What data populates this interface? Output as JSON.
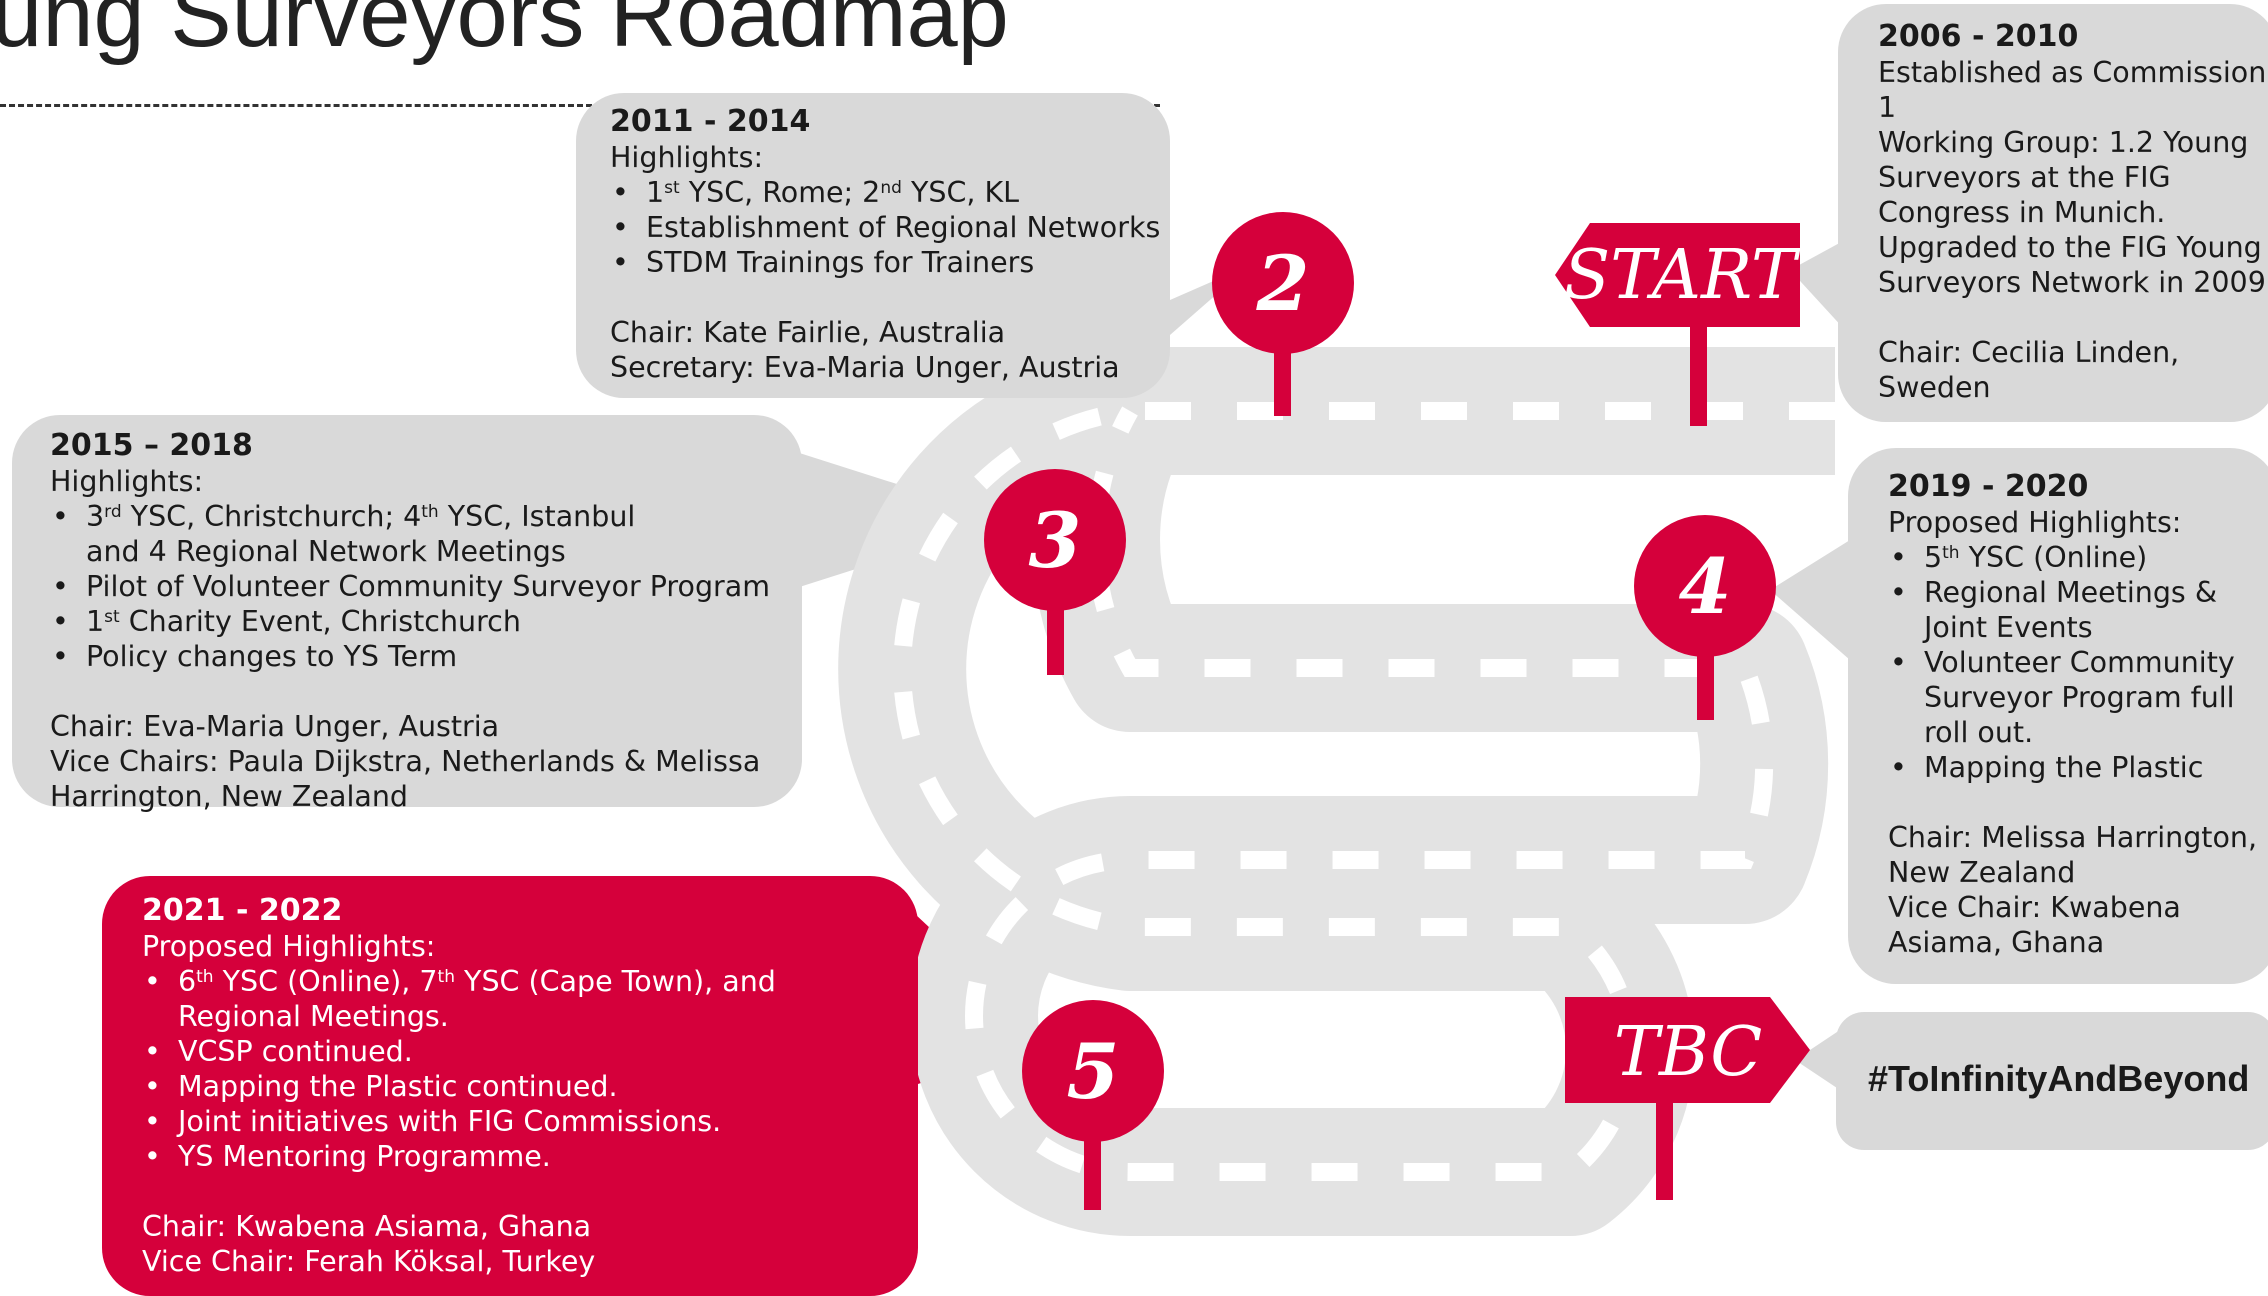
{
  "title": "oung Surveyors Roadmap",
  "signs": {
    "start": "START",
    "tbc": "TBC"
  },
  "markers": [
    "2",
    "3",
    "4",
    "5"
  ],
  "colors": {
    "accent": "#d5003b",
    "box": "#d9d9d9",
    "road": "#e3e3e3"
  },
  "hashtag": "#ToInfinityAndBeyond",
  "p2006": {
    "years": "2006 - 2010",
    "l1": "Established as Commission",
    "l2": "1",
    "l3": "Working Group: 1.2 Young",
    "l4": "Surveyors at the FIG",
    "l5": "Congress in Munich.",
    "l6": "Upgraded to the FIG Young",
    "l7": "Surveyors Network  in 2009",
    "chair1": "Chair: Cecilia Linden,",
    "chair2": "Sweden"
  },
  "p2011": {
    "years": "2011 - 2014",
    "highlights": "Highlights:",
    "b1a": "1",
    "b1a_sup": "st",
    "b1b": " YSC, Rome; 2",
    "b1b_sup": "nd",
    "b1c": " YSC, KL",
    "b2": "Establishment of Regional Networks",
    "b3": "STDM Trainings for Trainers",
    "chair": "Chair: Kate Fairlie, Australia",
    "secretary": "Secretary: Eva-Maria Unger, Austria"
  },
  "p2015": {
    "years": "2015 – 2018",
    "highlights": "Highlights:",
    "b1a": "3",
    "b1a_sup": "rd",
    "b1b": " YSC, Christchurch; 4",
    "b1b_sup": "th",
    "b1c": " YSC, Istanbul and 4 Regional Network Meetings",
    "b2": "Pilot of Volunteer Community Surveyor Program",
    "b3a": "1",
    "b3a_sup": "st",
    "b3b": " Charity Event, Christchurch",
    "b4": "Policy changes to YS Term",
    "chair": "Chair: Eva-Maria Unger, Austria",
    "vice": "Vice Chairs: Paula Dijkstra, Netherlands & Melissa Harrington, New Zealand"
  },
  "p2019": {
    "years": "2019 - 2020",
    "highlights": "Proposed Highlights:",
    "b1a": "5",
    "b1a_sup": "th",
    "b1b": " YSC (Online)",
    "b2": "Regional Meetings & Joint Events",
    "b3": "Volunteer Community Surveyor Program full roll out.",
    "b4": "Mapping the Plastic",
    "chair1": "Chair: Melissa Harrington,",
    "chair2": "New Zealand",
    "vice1": "Vice Chair: Kwabena",
    "vice2": "Asiama, Ghana"
  },
  "p2021": {
    "years": "2021 - 2022",
    "highlights": "Proposed Highlights:",
    "b1a": "6",
    "b1a_sup": "th",
    "b1b": " YSC (Online), 7",
    "b1b_sup": "th",
    "b1c": " YSC (Cape Town), and Regional Meetings.",
    "b2": "VCSP continued.",
    "b3": "Mapping the Plastic continued.",
    "b4": "Joint initiatives with FIG Commissions.",
    "b5": "YS Mentoring Programme.",
    "chair": "Chair: Kwabena Asiama, Ghana",
    "vice": "Vice Chair: Ferah Köksal, Turkey"
  }
}
